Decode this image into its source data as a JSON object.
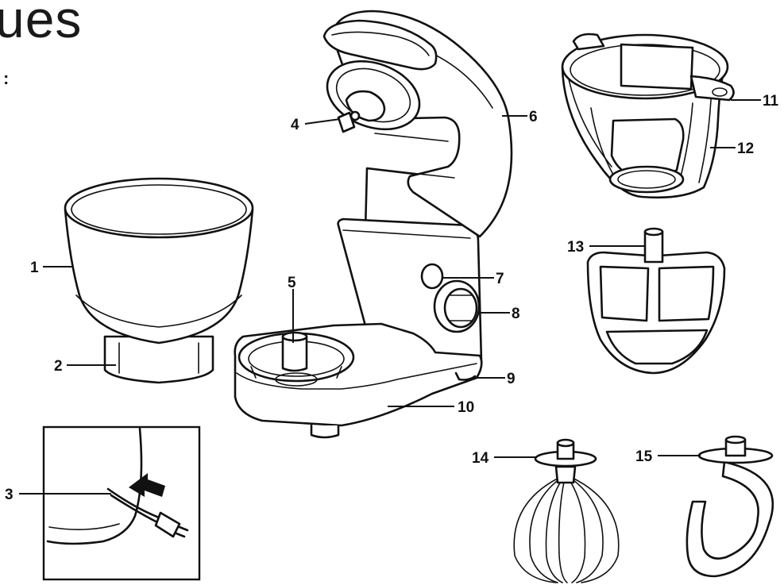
{
  "heading": "ues",
  "heading_suffix": ":",
  "labels": [
    "1",
    "2",
    "3",
    "4",
    "5",
    "6",
    "7",
    "8",
    "9",
    "10",
    "11",
    "12",
    "13",
    "14",
    "15"
  ]
}
